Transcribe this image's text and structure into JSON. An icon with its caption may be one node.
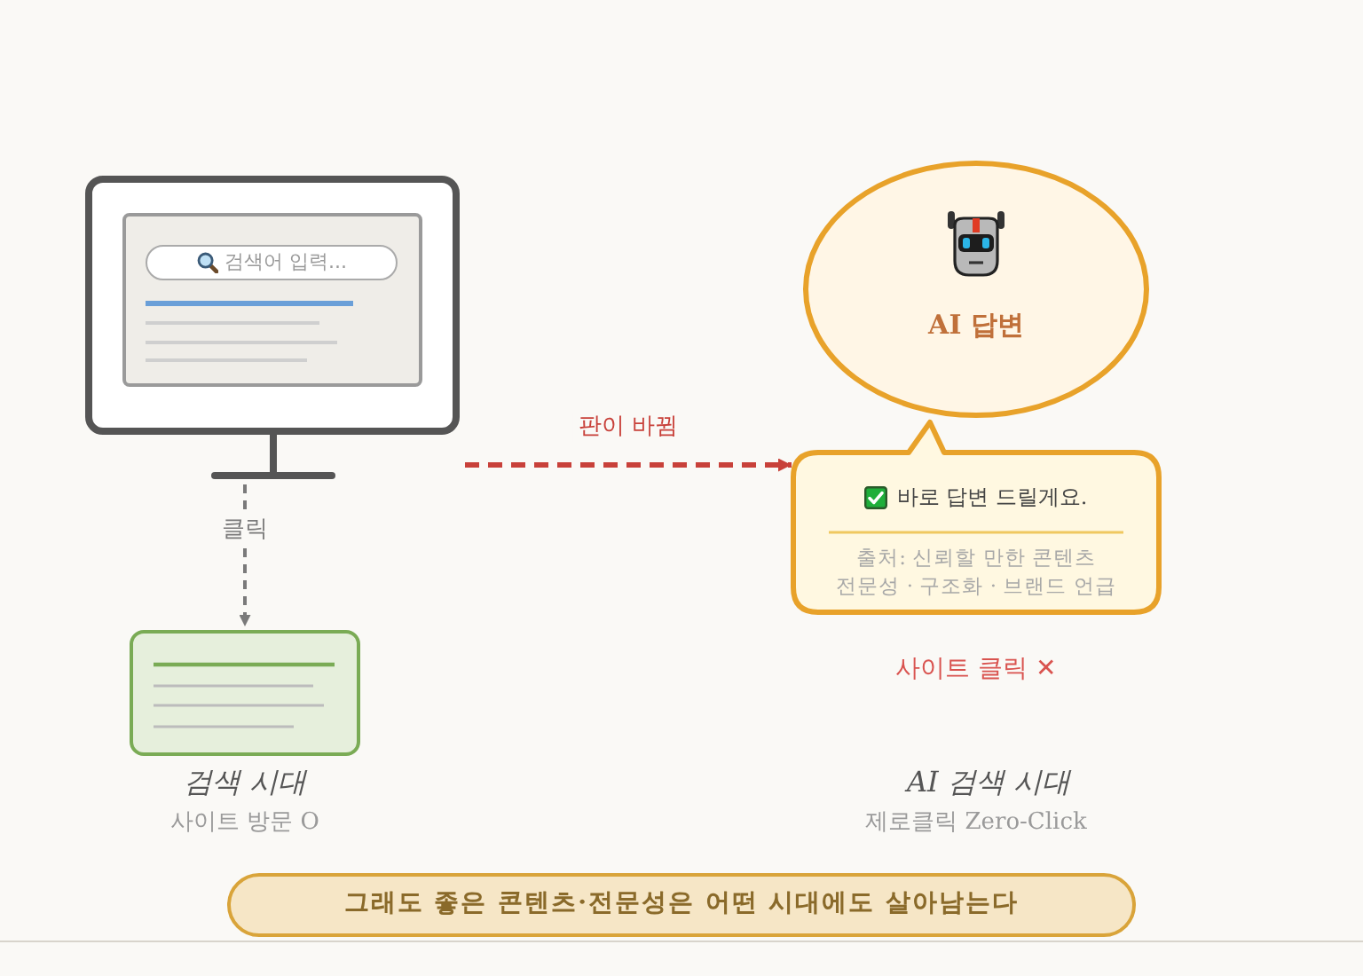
{
  "diagram": {
    "nodes": [
      {
        "text": [],
        "shape": "picture"
      },
      {
        "text": [
          "검색어 입력..."
        ],
        "in": 0
      },
      {
        "text": [
          "AI 답변"
        ]
      },
      {
        "text": [
          "바로 답변 드릴게요.",
          "출처: 신뢰할 만한 콘텐츠",
          "전문성 · 구조화 · 브랜드 언급"
        ]
      },
      {
        "text": [],
        "shape": "box"
      },
      {
        "text": [
          "그래도 좋은 콘텐츠·전문성은 어떤 시대에도 살아남는다"
        ]
      }
    ],
    "edges": [
      {
        "from": 0,
        "to": 4,
        "arrow": "to",
        "label": "클릭",
        "style": "dashed"
      },
      {
        "from": 0,
        "to": 3,
        "arrow": "to",
        "label": "판이 바뀜",
        "style": "dashed",
        "color": "#c8413a"
      }
    ],
    "labels": [
      "검색 시대",
      "사이트 방문 O",
      "사이트 클릭 ✕",
      "AI 검색 시대",
      "제로클릭 Zero-Click"
    ]
  }
}
